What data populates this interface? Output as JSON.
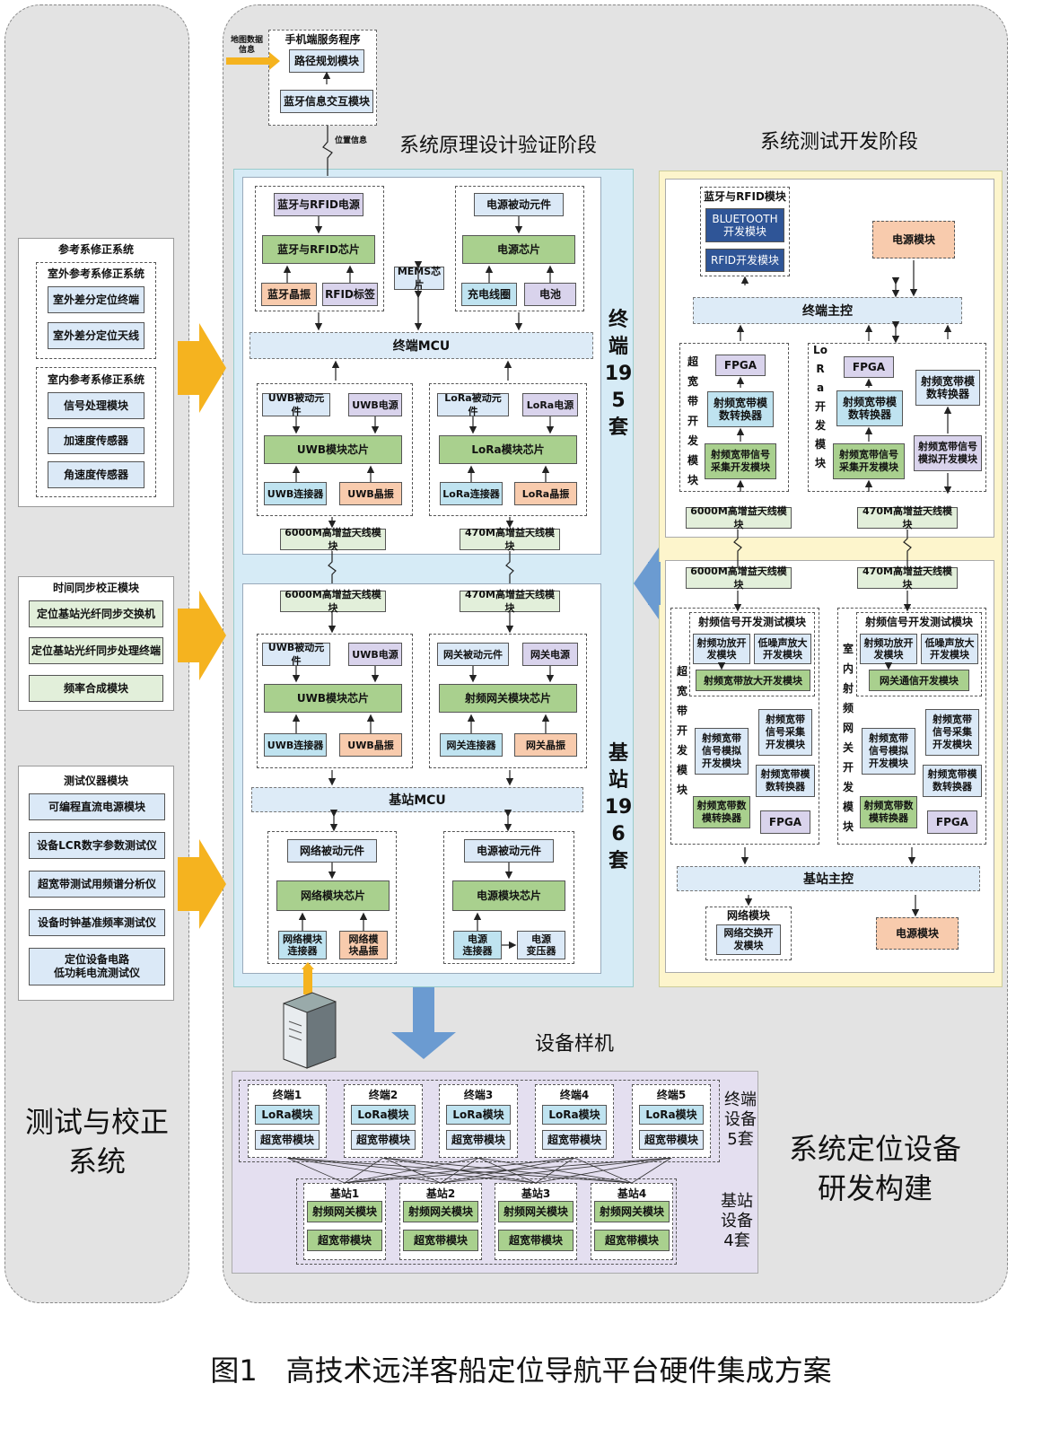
{
  "caption": "图1　高技术远洋客船定位导航平台硬件集成方案",
  "left_title": "测试与校正\n系统",
  "right_title": "系统定位设备\n研发构建",
  "stage1_title": "系统原理设计验证阶段",
  "stage2_title": "系统测试开发阶段",
  "sample_title": "设备样机",
  "phone": {
    "title": "手机端服务程序",
    "route": "路径规划模块",
    "bt": "蓝牙信息交互模块",
    "map_label": "地图数据\n信息",
    "pos_label": "位置信息"
  },
  "ref": {
    "title": "参考系修正系统",
    "outdoor_title": "室外参考系修正系统",
    "outdoor": [
      "室外差分定位终端",
      "室外差分定位天线"
    ],
    "indoor_title": "室内参考系修正系统",
    "indoor": [
      "信号处理模块",
      "加速度传感器",
      "角速度传感器"
    ]
  },
  "sync": {
    "title": "时间同步校正模块",
    "items": [
      "定位基站光纤同步交换机",
      "定位基站光纤同步处理终端",
      "频率合成模块"
    ]
  },
  "instr": {
    "title": "测试仪器模块",
    "items": [
      "可编程直流电源模块",
      "设备LCR数字参数测试仪",
      "超宽带测试用频谱分析仪",
      "设备时钟基准频率测试仪",
      "定位设备电路\n低功耗电流测试仪"
    ]
  },
  "term": {
    "bt_power": "蓝牙与RFID电源",
    "bt_chip": "蓝牙与RFID芯片",
    "bt_xtal": "蓝牙晶振",
    "rfid_tag": "RFID标签",
    "pw_passive": "电源被动元件",
    "pw_chip": "电源芯片",
    "coil": "充电线圈",
    "battery": "电池",
    "mems": "MEMS芯片",
    "mcu": "终端MCU",
    "uwb_passive": "UWB被动元件",
    "uwb_power": "UWB电源",
    "uwb_chip": "UWB模块芯片",
    "uwb_conn": "UWB连接器",
    "uwb_xtal": "UWB晶振",
    "lora_passive": "LoRa被动元件",
    "lora_power": "LoRa电源",
    "lora_chip": "LoRa模块芯片",
    "lora_conn": "LoRa连接器",
    "lora_xtal": "LoRa晶振",
    "ant6000": "6000M高增益天线模块",
    "ant470": "470M高增益天线模块",
    "count": "终端195套"
  },
  "base": {
    "ant6000": "6000M高增益天线模块",
    "ant470": "470M高增益天线模块",
    "uwb_passive": "UWB被动元件",
    "uwb_power": "UWB电源",
    "uwb_chip": "UWB模块芯片",
    "uwb_conn": "UWB连接器",
    "uwb_xtal": "UWB晶振",
    "gw_passive": "网关被动元件",
    "gw_power": "网关电源",
    "gw_chip": "射频网关模块芯片",
    "gw_conn": "网关连接器",
    "gw_xtal": "网关晶振",
    "mcu": "基站MCU",
    "net_passive": "网络被动元件",
    "net_chip": "网络模块芯片",
    "net_conn": "网络模块\n连接器",
    "net_xtal": "网络模\n块晶振",
    "pw_passive": "电源被动元件",
    "pw_chip": "电源模块芯片",
    "pw_conn": "电源\n连接器",
    "pw_trans": "电源\n变压器",
    "count": "基站196套"
  },
  "test_term": {
    "bt_title": "蓝牙与RFID模块",
    "bt_dev": "BLUETOOTH\n开发模块",
    "rfid_dev": "RFID开发模块",
    "power": "电源模块",
    "ctrl": "终端主控",
    "uwb_label": "超宽带开发模块",
    "lora_label": "LoRa开发模块",
    "fpga": "FPGA",
    "adc": "射频宽带模\n数转换器",
    "acq": "射频宽带信号\n采集开发模块",
    "adc2": "射频宽带模\n数转换器",
    "sim": "射频宽带信号\n模拟开发模块",
    "ant6000": "6000M高增益天线模块",
    "ant470": "470M高增益天线模块"
  },
  "test_base": {
    "ant6000": "6000M高增益天线模块",
    "ant470": "470M高增益天线模块",
    "rf_title": "射频信号开发测试模块",
    "pa": "射频功放开\n发模块",
    "lna": "低噪声放大\n开发模块",
    "uwb_amp": "射频宽带放大开发模块",
    "gw_comm": "网关通信开发模块",
    "uwb_label": "超宽带开发模块",
    "gw_label": "室内射频网关开发模块",
    "sim": "射频宽带\n信号模拟\n开发模块",
    "acq": "射频宽带\n信号采集\n开发模块",
    "adc": "射频宽带模\n数转换器",
    "dac": "射频宽带数\n模转换器",
    "fpga": "FPGA",
    "ctrl": "基站主控",
    "net_title": "网络模块",
    "net_sw": "网络交换开\n发模块",
    "power": "电源模块"
  },
  "samples": {
    "terminals": [
      "终端1",
      "终端2",
      "终端3",
      "终端4",
      "终端5"
    ],
    "t_lora": "LoRa模块",
    "t_uwb": "超宽带模块",
    "bases": [
      "基站1",
      "基站2",
      "基站3",
      "基站4"
    ],
    "b_gw": "射频网关模块",
    "b_uwb": "超宽带模块",
    "term_count": "终端\n设备\n5套",
    "base_count": "基站\n设备\n4套"
  },
  "colors": {
    "green": "#a9d08e",
    "light_blue": "#dbe9f7",
    "cyan": "#bfe3f0",
    "purple": "#d9d3ec",
    "peach": "#f8cbad",
    "panel_blue": "#d6ebf6",
    "panel_yellow": "#fdf5cc",
    "panel_lilac": "#e4dff0",
    "arrow_orange": "#f5b31f",
    "arrow_blue": "#6b9bd1"
  }
}
